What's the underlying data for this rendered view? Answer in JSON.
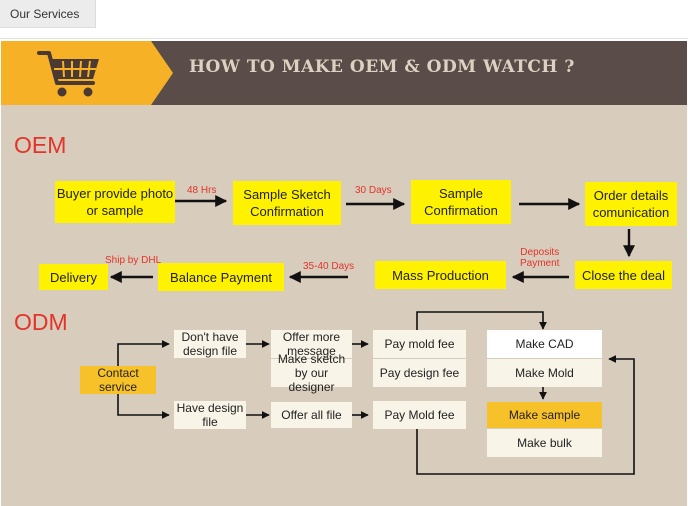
{
  "tab": {
    "label": "Our Services"
  },
  "header": {
    "title": "HOW TO MAKE OEM & ODM WATCH ?",
    "icon": "shopping-cart-icon"
  },
  "colors": {
    "header_bg": "#5a4d49",
    "accent_yellow": "#f6b126",
    "box_yellow": "#fff200",
    "panel_bg": "#d8ccbc",
    "section_red": "#e2342b"
  },
  "oem": {
    "heading": "OEM",
    "steps": {
      "buyer": "Buyer provide photo or sample",
      "sketch": "Sample Sketch Confirmation",
      "sample": "Sample Confirmation",
      "order": "Order details comunication",
      "close": "Close the deal",
      "mass": "Mass Production",
      "balance": "Balance Payment",
      "delivery": "Delivery"
    },
    "labels": {
      "hrs": "48 Hrs",
      "days30": "30 Days",
      "deposits": "Deposits\nPayment",
      "days35": "35-40 Days",
      "dhl": "Ship by DHL"
    }
  },
  "odm": {
    "heading": "ODM",
    "contact": "Contact service",
    "no_design": "Don't have design file",
    "offer_more": "Offer more message",
    "make_sketch": "Make sketch by our designer",
    "pay_mold_fee": "Pay mold fee",
    "pay_design_fee": "Pay design fee",
    "have_design": "Have design file",
    "offer_all": "Offer all file",
    "pay_mold_fee2": "Pay Mold fee",
    "make_cad": "Make CAD",
    "make_mold": "Make Mold",
    "make_sample": "Make sample",
    "make_bulk": "Make bulk"
  }
}
